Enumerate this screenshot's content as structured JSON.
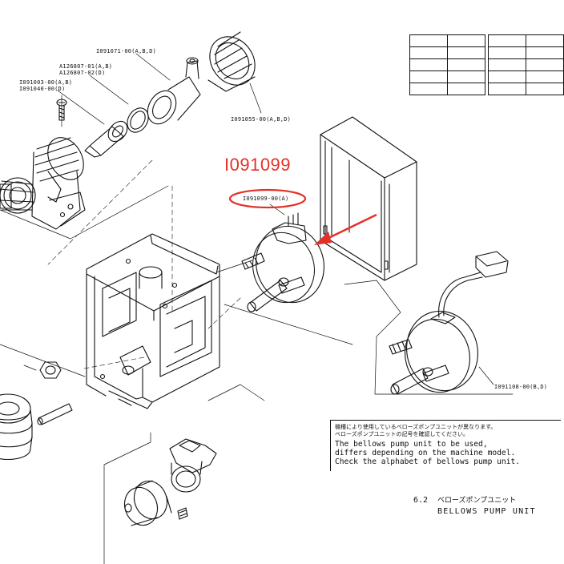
{
  "highlight": {
    "part_number": "I091099",
    "color": "#e53028"
  },
  "labels": {
    "gauge_cap": "I091071-00(A,B,D)",
    "oring_a": "A126807-01(A,B)",
    "oring_d": "A126807-02(D)",
    "check_valve_a": "I091003-00(A,B)",
    "check_valve_d": "I091040-00(D)",
    "cap": "I091055-00(A,B,D)",
    "pump_unit": "I091099-00(A)",
    "alt_pump_unit": "I091108-00(B,D)"
  },
  "note": {
    "jp_line1": "機種により使用しているベローズポンプユニットが異なります。",
    "jp_line2": "ベローズポンプユニットの記号を確認してください。",
    "en_line1": "The bellows pump unit to be used,",
    "en_line2": "differs depending on the machine model.",
    "en_line3": "Check the alphabet of bellows pump unit."
  },
  "caption": {
    "section": "6.2",
    "title_jp": "ベローズポンプユニット",
    "title_en": "BELLOWS PUMP UNIT"
  }
}
